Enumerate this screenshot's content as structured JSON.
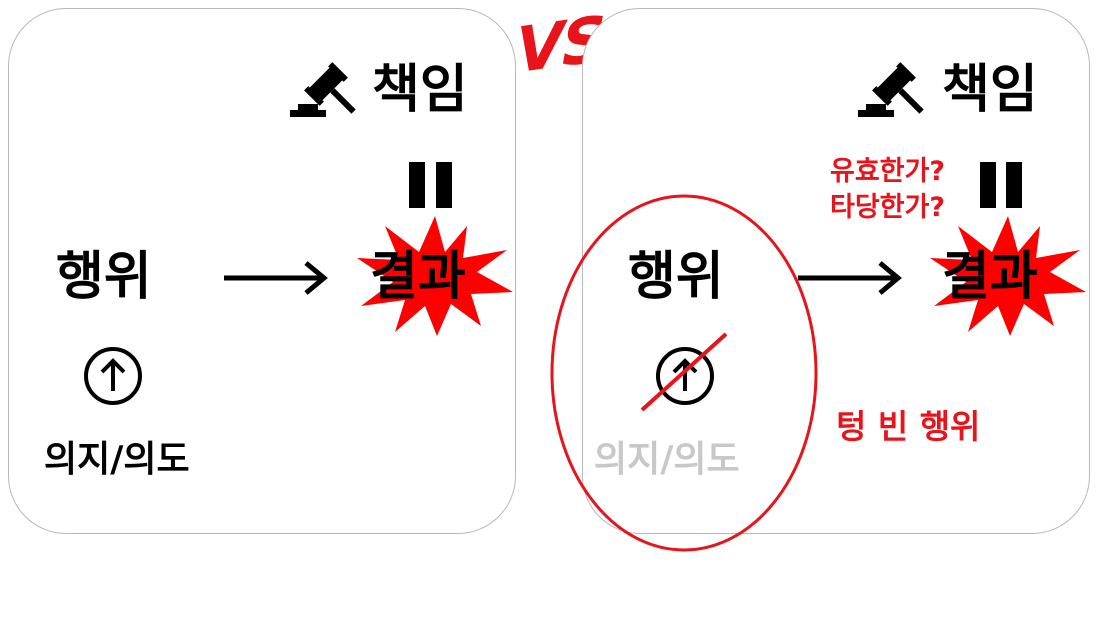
{
  "left_panel": {
    "responsibility": "책임",
    "action": "행위",
    "result": "결과",
    "intent": "의지/의도"
  },
  "vs_label": "VS",
  "right_panel": {
    "responsibility": "책임",
    "action": "행위",
    "result": "결과",
    "intent": "의지/의도",
    "question_valid": "유효한가?",
    "question_justified": "타당한가?",
    "empty_action": "텅 빈 행위"
  },
  "icons": {
    "gavel": "gavel-icon",
    "arrow_up_circle": "arrow-up-circle-icon",
    "explosion": "explosion-burst-icon",
    "equals": "equals-sign-icon",
    "right_arrow": "right-arrow-icon"
  },
  "colors": {
    "accent_red": "#e8141c",
    "faded_text": "#c8c8c8",
    "panel_border": "#b8b8b8"
  }
}
